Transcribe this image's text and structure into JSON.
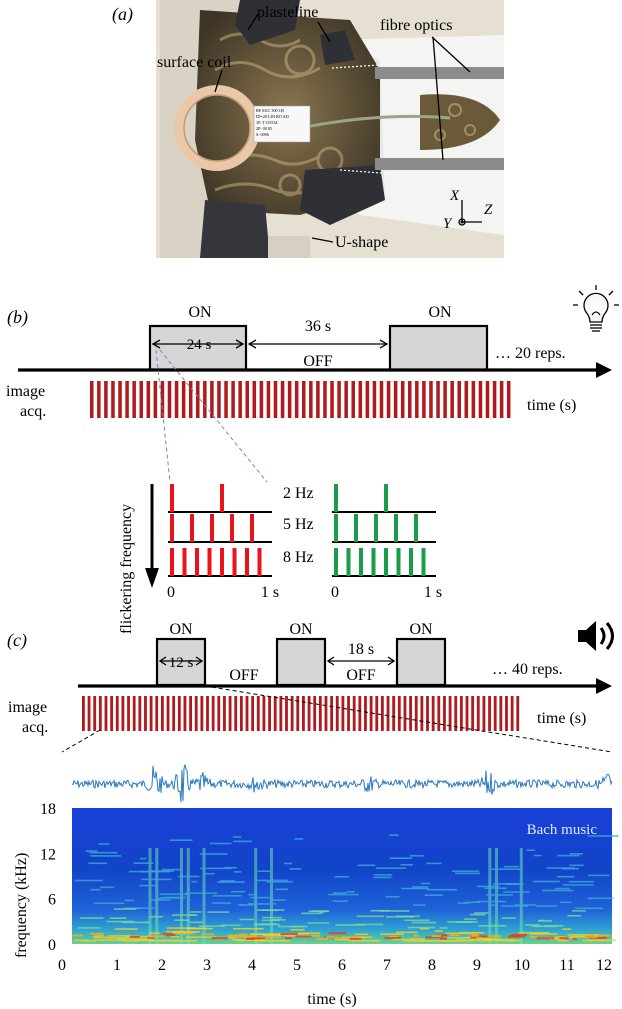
{
  "panel_a": {
    "label": "(a)",
    "callouts": {
      "plasteline": "plasteline",
      "fibre_optics": "fibre optics",
      "surface_coil": "surface coil",
      "u_shape": "U-shape"
    },
    "axes": {
      "x": "X",
      "y": "Y",
      "z": "Z"
    },
    "coil_tag_lines": [
      "RF SUC 300 1H",
      "ID=20 LIN RO AD",
      "1P:   T115534",
      "2P:   00.05",
      "S:     0096"
    ],
    "colors": {
      "background": "#efe9dc",
      "cloth": "#f3f3f1",
      "skin_dark": "#4a4232",
      "skin_light": "#b09a6c",
      "rubber": "#2f3036",
      "coil_ring": "#e8c8a8",
      "fibre": "#8c8c8a"
    }
  },
  "panel_b": {
    "label": "(b)",
    "on_labels": [
      "ON",
      "ON"
    ],
    "on_duration": "24 s",
    "off_duration": "36 s",
    "off_label": "OFF",
    "repetitions": "… 20 reps.",
    "image_acq": [
      "image",
      "acq."
    ],
    "time_label": "time (s)",
    "icon": "lightbulb-icon",
    "acquisition_bar_count": 60
  },
  "flicker": {
    "axis_label": "flickering frequency",
    "rows": [
      {
        "label": "2 Hz",
        "frequency_hz": 2
      },
      {
        "label": "5 Hz",
        "frequency_hz": 5
      },
      {
        "label": "8 Hz",
        "frequency_hz": 8
      }
    ],
    "tick_start": "0",
    "tick_end": "1 s",
    "colors": {
      "left": "#e8141a",
      "right": "#1a9c4a"
    }
  },
  "panel_c": {
    "label": "(c)",
    "on_labels": [
      "ON",
      "ON",
      "ON"
    ],
    "on_duration": "12 s",
    "off_duration": "18 s",
    "off_labels": [
      "OFF",
      "OFF"
    ],
    "repetitions": "… 40 reps.",
    "image_acq": [
      "image",
      "acq."
    ],
    "time_label": "time (s)",
    "icon": "speaker-icon",
    "acquisition_bar_count": 78,
    "acq_color": "#b01a1e"
  },
  "spectrogram": {
    "annotation": "Bach music",
    "ylabel": "frequency (kHz)",
    "xlabel": "time (s)",
    "yticks": [
      "18",
      "12",
      "6",
      "0"
    ],
    "xticks": [
      "0",
      "1",
      "2",
      "3",
      "4",
      "5",
      "6",
      "7",
      "8",
      "9",
      "10",
      "11",
      "12"
    ],
    "xlim": [
      0,
      12
    ],
    "ylim": [
      0,
      18
    ],
    "waveform_color": "#2a78c2",
    "colormap": "jet"
  }
}
